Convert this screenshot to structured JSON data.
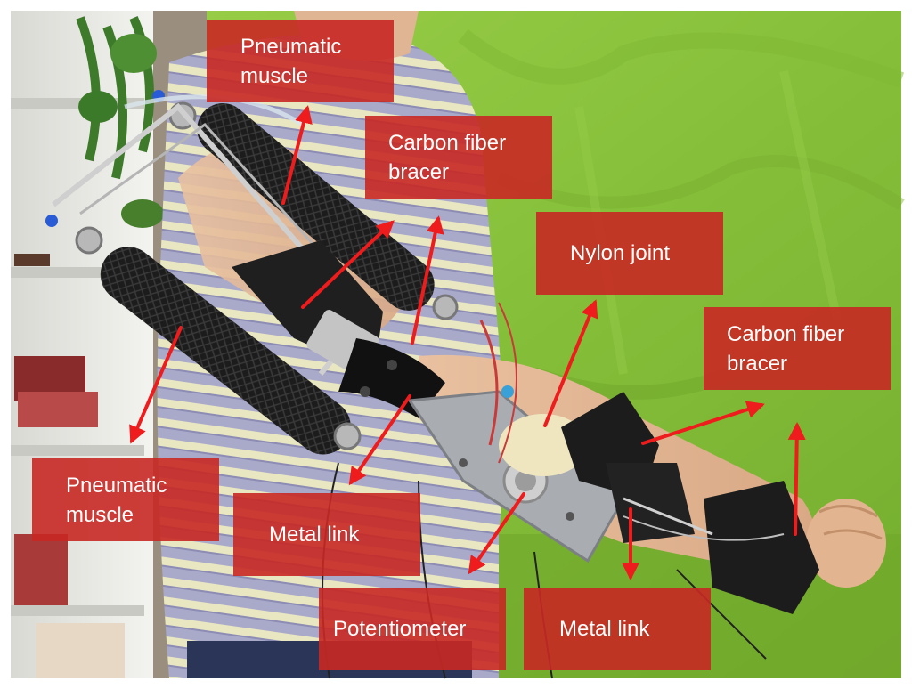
{
  "labels": {
    "pneumatic_muscle_top": "Pneumatic\nmuscle",
    "carbon_fiber_bracer_upper": "Carbon fiber\nbracer",
    "nylon_joint": "Nylon joint",
    "carbon_fiber_bracer_fore": "Carbon fiber\nbracer",
    "pneumatic_muscle_left": "Pneumatic\nmuscle",
    "metal_link_left": "Metal link",
    "potentiometer": "Potentiometer",
    "metal_link_right": "Metal link"
  },
  "colors": {
    "label_fill": "#c8281f",
    "arrow": "#ee1c1c",
    "backdrop_green": "#8cc63f"
  }
}
